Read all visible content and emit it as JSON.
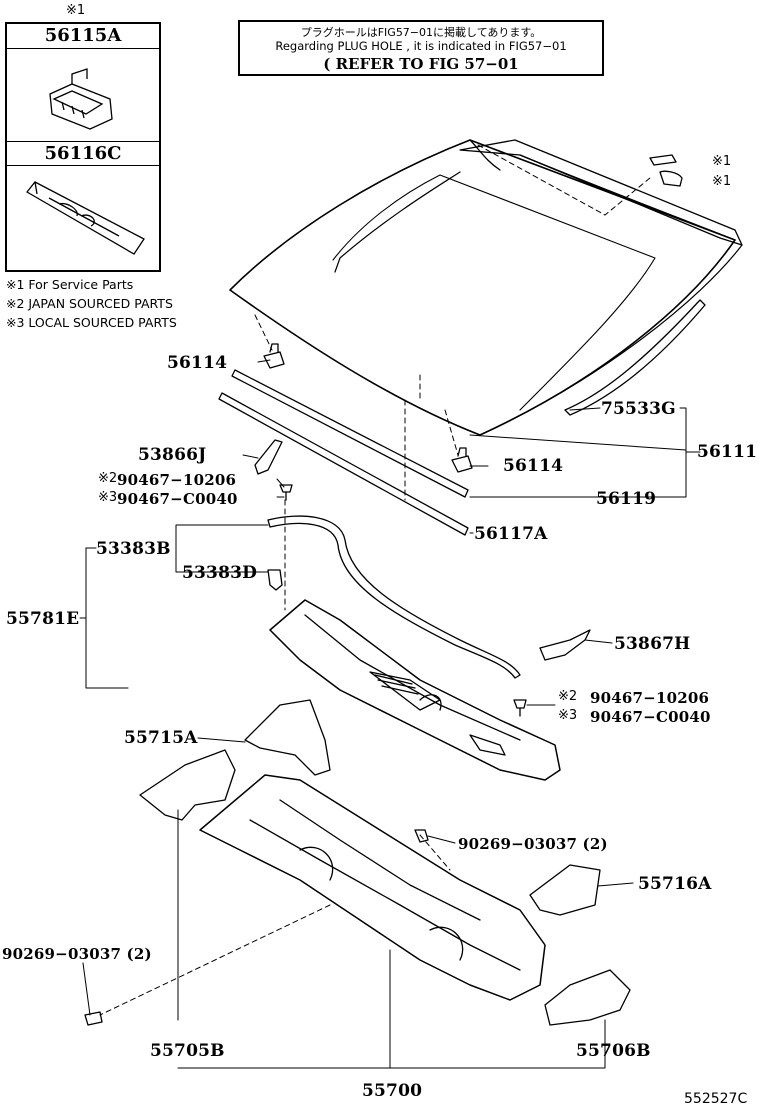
{
  "inset": {
    "marker": "※1",
    "part_a": "56115A",
    "part_b": "56116C"
  },
  "legend": {
    "line1": "※1 For Service Parts",
    "line2": "※2 JAPAN SOURCED PARTS",
    "line3": "※3 LOCAL SOURCED PARTS"
  },
  "refer_box": {
    "line1": "プラグホールはFIG57−01に掲載してあります。",
    "line2": "Regarding PLUG HOLE , it is indicated in FIG57−01",
    "line3": "( REFER TO FIG 57−01"
  },
  "callouts": {
    "c1a": "※1",
    "c1b": "※1",
    "p56114_top": "56114",
    "p56114_mid": "56114",
    "p75533g": "75533G",
    "p56111": "56111",
    "p53866j": "53866J",
    "p90467_10206_a_mark": "※2",
    "p90467_10206_a": "90467−10206",
    "p90467_c0040_a_mark": "※3",
    "p90467_c0040_a": "90467−C0040",
    "p56119": "56119",
    "p56117a": "56117A",
    "p53383b": "53383B",
    "p53383d": "53383D",
    "p55781e": "55781E",
    "p53867h": "53867H",
    "p90467_10206_b_mark": "※2",
    "p90467_10206_b": "90467−10206",
    "p90467_c0040_b_mark": "※3",
    "p90467_c0040_b": "90467−C0040",
    "p55715a": "55715A",
    "p90269_a": "90269−03037 (2)",
    "p55716a": "55716A",
    "p90269_b": "90269−03037 (2)",
    "p55705b": "55705B",
    "p55706b": "55706B",
    "p55700": "55700",
    "fig_id": "552527C"
  }
}
